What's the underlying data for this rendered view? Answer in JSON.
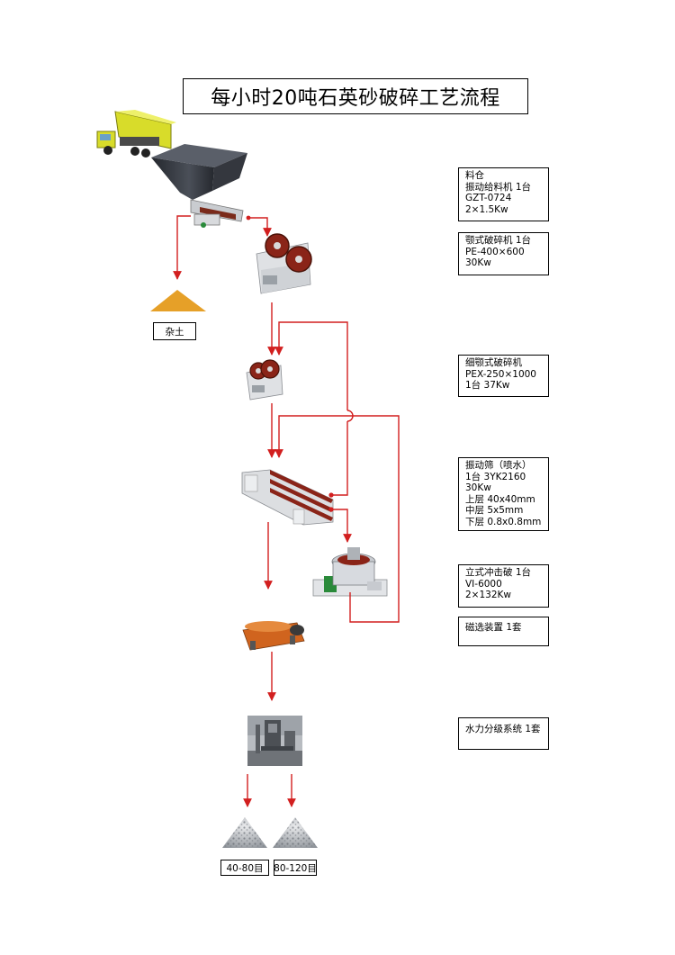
{
  "title": "每小时20吨石英砂破碎工艺流程",
  "specs": [
    {
      "id": "feeder",
      "lines": [
        "料仓",
        "振动给料机  1台",
        "GZT-0724",
        "2×1.5Kw"
      ]
    },
    {
      "id": "jaw",
      "lines": [
        "颚式破碎机   1台",
        "PE-400×600",
        "30Kw"
      ]
    },
    {
      "id": "fine-jaw",
      "lines": [
        "细颚式破碎机",
        "PEX-250×1000",
        "1台  37Kw"
      ]
    },
    {
      "id": "screen",
      "lines": [
        "振动筛（喷水）",
        "1台    3YK2160",
        "30Kw",
        "上层 40x40mm",
        "中层 5x5mm",
        "下层  0.8x0.8mm"
      ]
    },
    {
      "id": "vsi",
      "lines": [
        "立式冲击破  1台",
        "VI-6000",
        "2×132Kw"
      ]
    },
    {
      "id": "magnetic",
      "lines": [
        "磁选装置 1套"
      ]
    },
    {
      "id": "hydraulic",
      "lines": [
        "水力分级系统 1套"
      ]
    }
  ],
  "outputs": {
    "waste": "杂土",
    "fine_a": "40-80目",
    "fine_b": "80-120目"
  },
  "colors": {
    "flow": "#d21f1f",
    "sand": "#e6a028",
    "truck_body": "#d8dc2a",
    "hopper": "#2e3138",
    "equipment_red": "#8a2418",
    "magnet_orange": "#d0641e"
  }
}
